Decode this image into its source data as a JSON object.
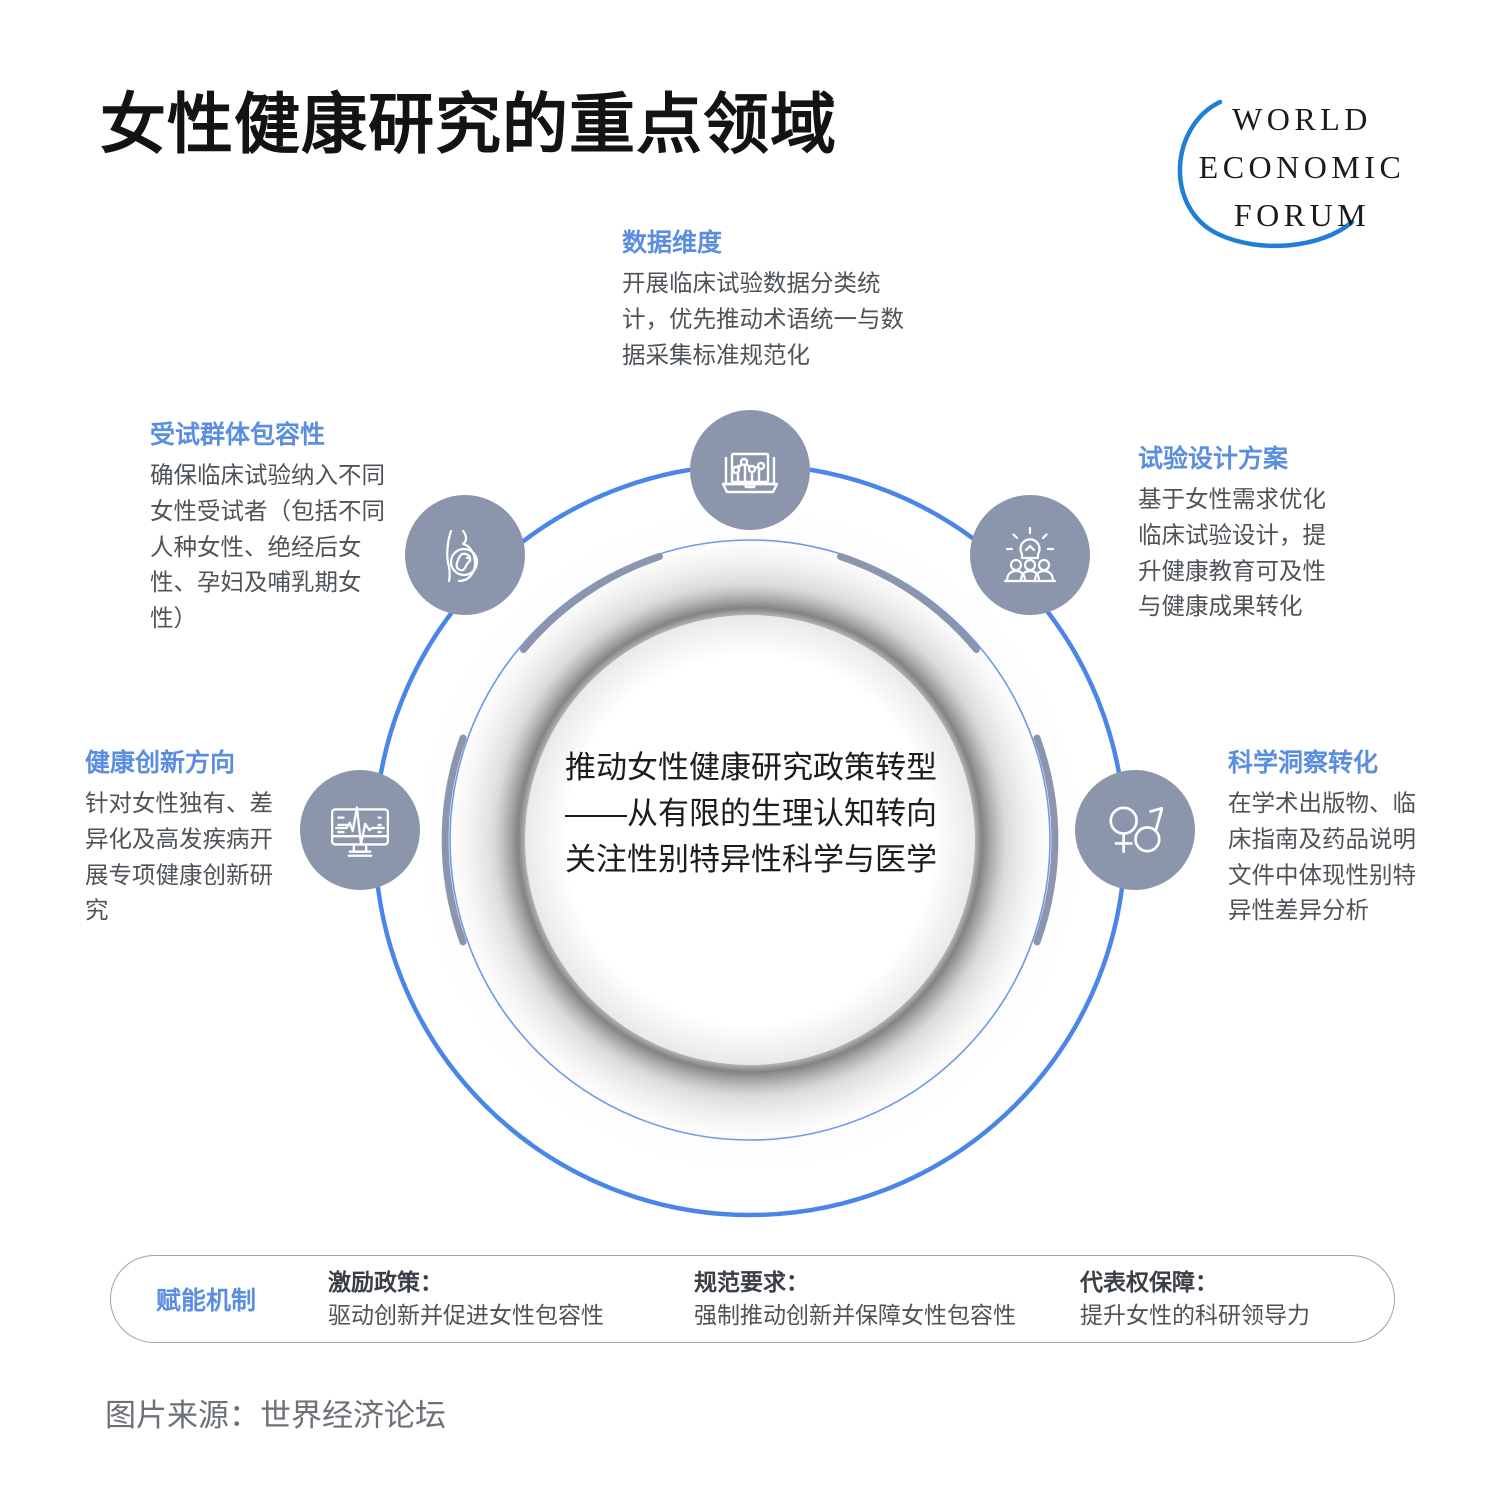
{
  "header": {
    "title": "女性健康研究的重点领域",
    "logo": {
      "line1": "WORLD",
      "line2": "ECONOMIC",
      "line3": "FORUM",
      "arc_color": "#1f7fd4"
    }
  },
  "center": {
    "text": "推动女性健康研究政策转型——从有限的生理认知转向关注性别特异性科学与医学"
  },
  "colors": {
    "accent_blue": "#5b8ee0",
    "ring_blue": "#4a86e8",
    "node_fill": "#8b96ac",
    "body_gray": "#4e5358",
    "title_black": "#111315"
  },
  "nodes": [
    {
      "id": "data",
      "icon": "laptop-chart-icon",
      "head": "数据维度",
      "body": "开展临床试验数据分类统计，优先推动术语统一与数据采集标准规范化"
    },
    {
      "id": "inclusion",
      "icon": "pregnancy-icon",
      "head": "受试群体包容性",
      "body": "确保临床试验纳入不同女性受试者（包括不同人种女性、绝经后女性、孕妇及哺乳期女性）"
    },
    {
      "id": "design",
      "icon": "lightbulb-people-icon",
      "head": "试验设计方案",
      "body": "基于女性需求优化临床试验设计，提升健康教育可及性与健康成果转化"
    },
    {
      "id": "innovation",
      "icon": "ecg-monitor-icon",
      "head": "健康创新方向",
      "body": "针对女性独有、差异化及高发疾病开展专项健康创新研究"
    },
    {
      "id": "insight",
      "icon": "gender-symbols-icon",
      "head": "科学洞察转化",
      "body": "在学术出版物、临床指南及药品说明文件中体现性别特异性差异分析"
    }
  ],
  "enablers": {
    "label": "赋能机制",
    "items": [
      {
        "key": "激励政策：",
        "value": "驱动创新并促进女性包容性"
      },
      {
        "key": "规范要求：",
        "value": "强制推动创新并保障女性包容性"
      },
      {
        "key": "代表权保障：",
        "value": "提升女性的科研领导力"
      }
    ]
  },
  "footer": {
    "source": "图片来源：世界经济论坛"
  }
}
